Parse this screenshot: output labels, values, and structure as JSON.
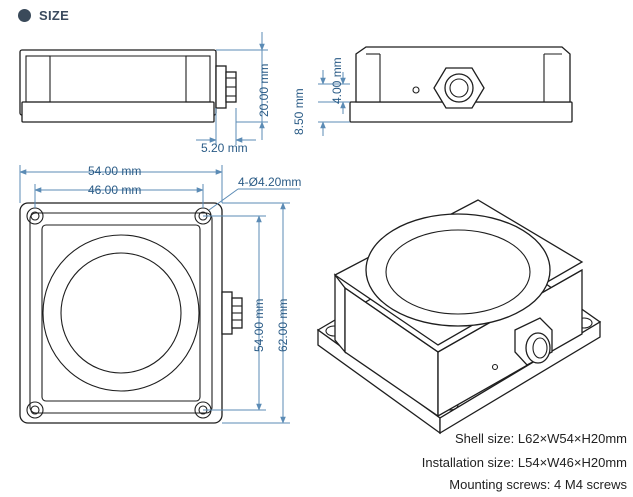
{
  "header": {
    "title": "SIZE"
  },
  "dimensions": {
    "side_height": "20.00 mm",
    "connector_depth": "5.20 mm",
    "front_height": "8.50 mm",
    "front_small": "4.00 mm",
    "width_total": "54.00 mm",
    "width_holes": "46.00 mm",
    "holes": "4-Ø4.20mm",
    "length_holes": "54.00 mm",
    "length_total": "62.00 mm"
  },
  "specs": [
    "Shell size: L62×W54×H20mm",
    "Installation size: L54×W46×H20mm",
    "Mounting screws: 4 M4 screws"
  ],
  "colors": {
    "dimension": "#5b8bb5",
    "outline": "#1e1e1e",
    "header_dot": "#3a4a5a"
  }
}
